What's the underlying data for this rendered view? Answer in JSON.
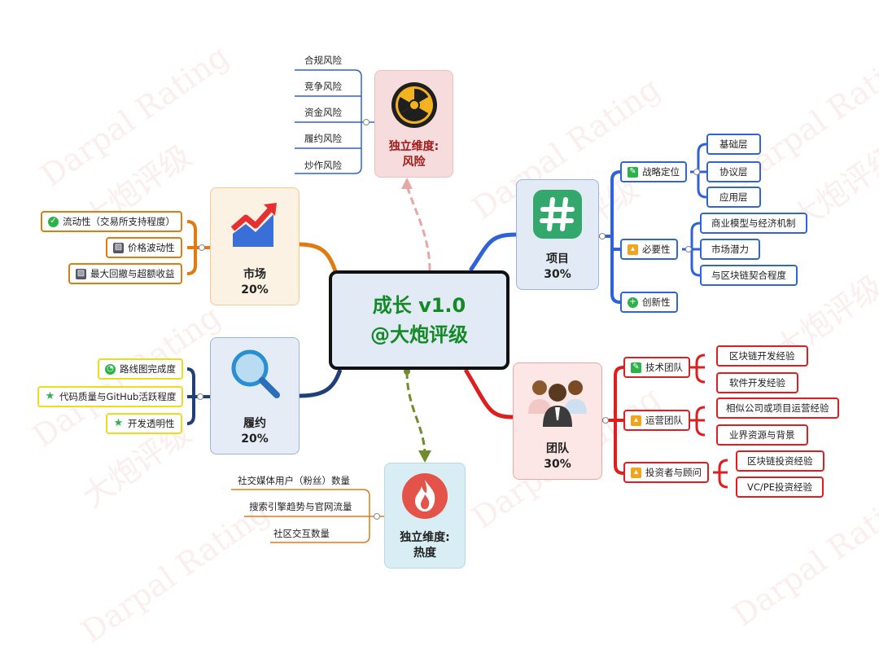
{
  "center": {
    "line1": "成长 v1.0",
    "line2": "@大炮评级"
  },
  "risk": {
    "line1": "独立维度:",
    "line2": "风险",
    "items": [
      "合规风险",
      "竞争风险",
      "资金风险",
      "履约风险",
      "炒作风险"
    ]
  },
  "heat": {
    "line1": "独立维度:",
    "line2": "热度",
    "items": [
      "社交媒体用户（粉丝）数量",
      "搜索引擎趋势与官网流量",
      "社区交互数量"
    ]
  },
  "market": {
    "label": "市场",
    "percent": "20%",
    "items": [
      "流动性（交易所支持程度）",
      "价格波动性",
      "最大回撤与超额收益"
    ]
  },
  "fulfill": {
    "label": "履约",
    "percent": "20%",
    "items": [
      "路线图完成度",
      "代码质量与GitHub活跃程度",
      "开发透明性"
    ]
  },
  "project": {
    "label": "项目",
    "percent": "30%",
    "strategy": {
      "label": "战略定位",
      "items": [
        "基础层",
        "协议层",
        "应用层"
      ]
    },
    "necessity": {
      "label": "必要性",
      "items": [
        "商业模型与经济机制",
        "市场潜力",
        "与区块链契合程度"
      ]
    },
    "innovation": {
      "label": "创新性"
    }
  },
  "team": {
    "label": "团队",
    "percent": "30%",
    "tech": {
      "label": "技术团队",
      "items": [
        "区块链开发经验",
        "软件开发经验"
      ]
    },
    "ops": {
      "label": "运营团队",
      "items": [
        "相似公司或项目运营经验",
        "业界资源与背景"
      ]
    },
    "investors": {
      "label": "投资者与顾问",
      "items": [
        "区块链投资经验",
        "VC/PE投资经验"
      ]
    }
  },
  "watermark": {
    "en": "Darpal Rating",
    "cn": "大炮评级"
  },
  "colors": {
    "project": "#2f62d8",
    "team": "#dd1f1f",
    "market": "#e07b13",
    "fulfill": "#1f3f7a",
    "heat": "#6e8c2a",
    "risk": "#e6a7a7"
  }
}
